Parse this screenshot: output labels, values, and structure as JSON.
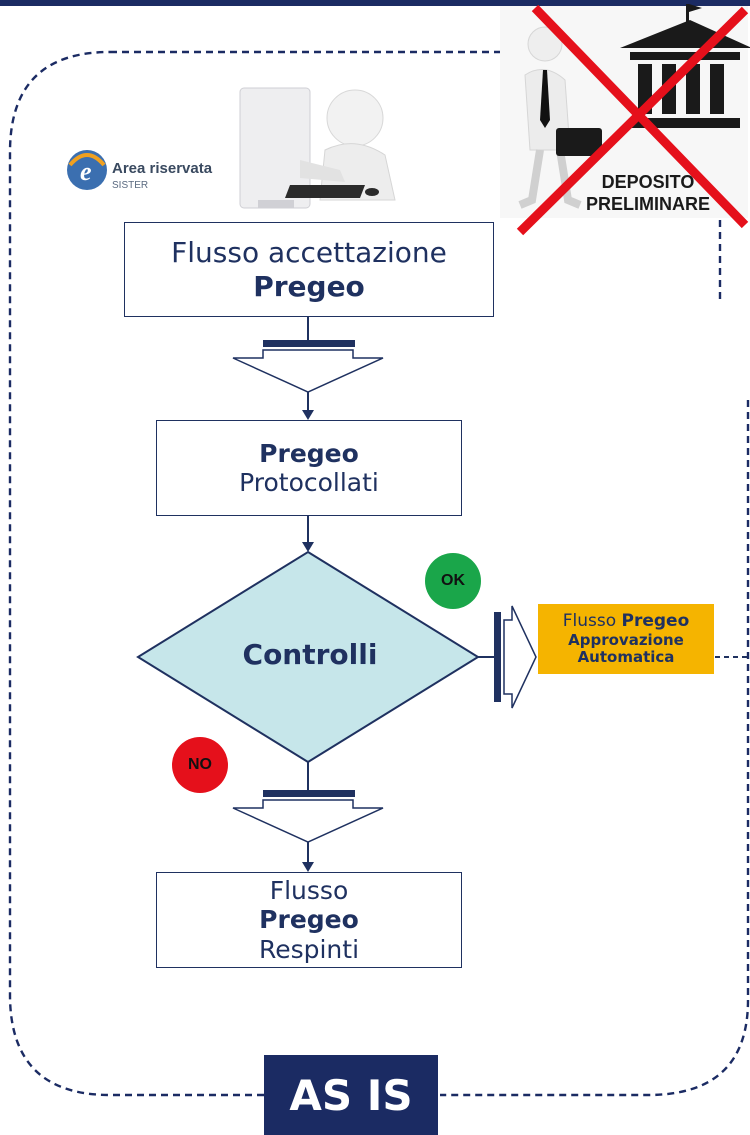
{
  "header": {
    "logo_title": "Area riservata",
    "logo_subtitle": "SISTER"
  },
  "deposito": {
    "line1": "DEPOSITO",
    "line2": "PRELIMINARE",
    "crossed": true
  },
  "flow": {
    "box1": {
      "line1": "Flusso accettazione",
      "line2": "Pregeo"
    },
    "box2": {
      "line1": "Pregeo",
      "line2": "Protocollati"
    },
    "decision": {
      "label": "Controlli"
    },
    "ok_badge": {
      "label": "OK",
      "color": "#1aa64a"
    },
    "no_badge": {
      "label": "NO",
      "color": "#e5101b"
    },
    "approval": {
      "line1_a": "Flusso ",
      "line1_b": "Pregeo",
      "line2": "Approvazione",
      "line3": "Automatica"
    },
    "box3": {
      "line1_a": "Flusso ",
      "line1_b": "Pregeo",
      "line2": "Respinti"
    }
  },
  "footer_tag": "AS IS",
  "colors": {
    "navy": "#1b2b63",
    "diamond": "#c6e6ea",
    "orange": "#f5b400"
  }
}
